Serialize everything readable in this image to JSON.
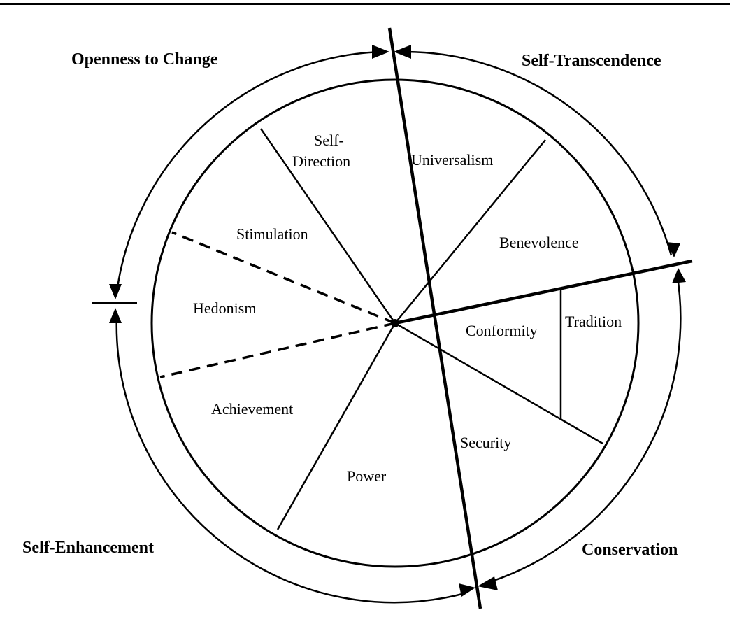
{
  "dimensions": {
    "openness": "Openness to Change",
    "self_transcendence": "Self-Transcendence",
    "self_enhancement": "Self-Enhancement",
    "conservation": "Conservation"
  },
  "values": {
    "self_direction_1": "Self-",
    "self_direction_2": "Direction",
    "universalism": "Universalism",
    "benevolence": "Benevolence",
    "stimulation": "Stimulation",
    "hedonism": "Hedonism",
    "conformity": "Conformity",
    "tradition": "Tradition",
    "achievement": "Achievement",
    "security": "Security",
    "power": "Power"
  }
}
